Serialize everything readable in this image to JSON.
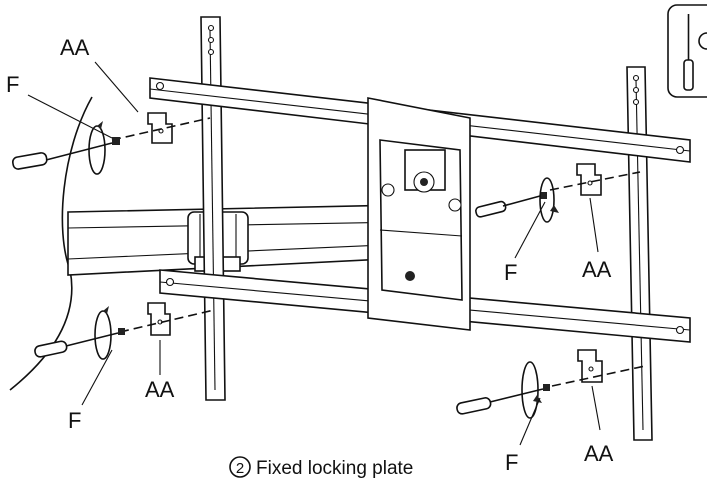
{
  "labels": {
    "aa": "AA",
    "f": "F"
  },
  "caption": {
    "step_number": "2",
    "text": "Fixed locking plate"
  },
  "icons": [
    "screwdriver-icon",
    "rotation-arrow-icon",
    "locking-plate-icon",
    "screw-icon"
  ]
}
